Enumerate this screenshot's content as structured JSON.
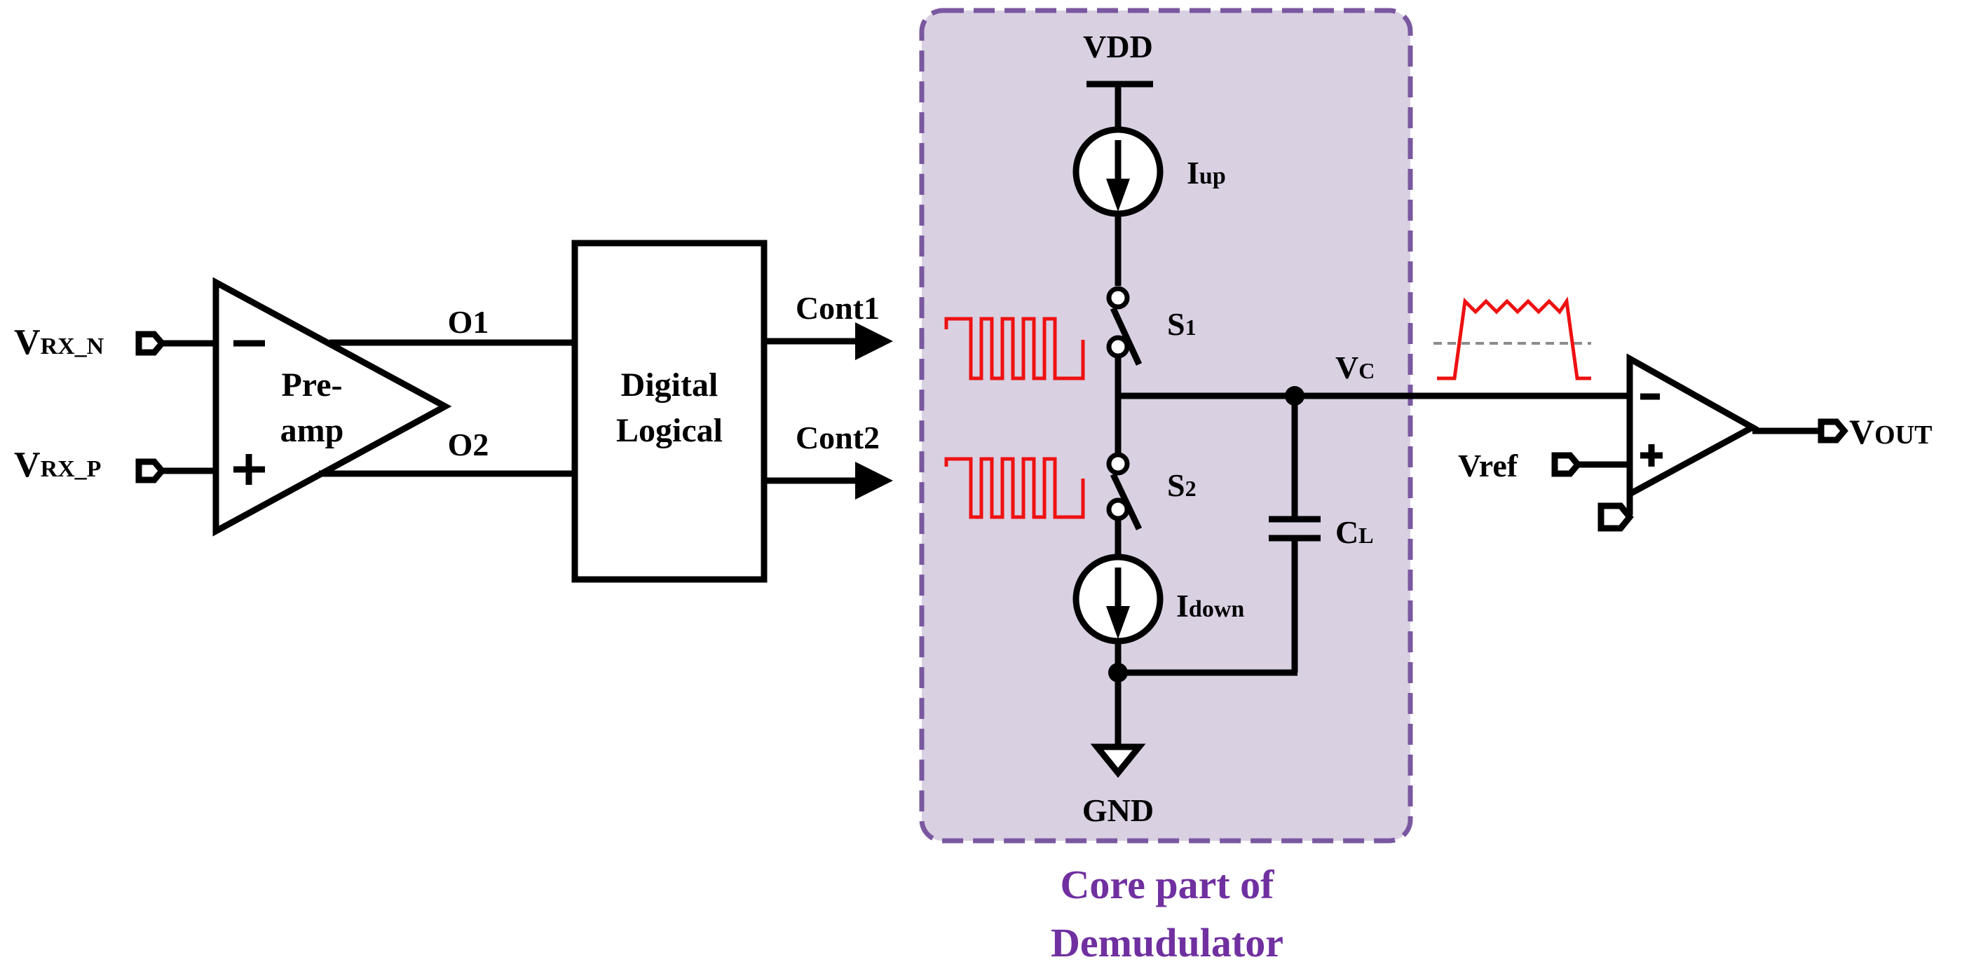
{
  "labels": {
    "vrx_n_main": "V",
    "vrx_n_sub": "RX_N",
    "vrx_p_main": "V",
    "vrx_p_sub": "RX_P",
    "preamp_line1": "Pre-",
    "preamp_line2": "amp",
    "o1": "O1",
    "o2": "O2",
    "digital_line1": "Digital",
    "digital_line2": "Logical",
    "cont1": "Cont1",
    "cont2": "Cont2",
    "vdd": "VDD",
    "gnd": "GND",
    "iup_main": "I",
    "iup_sub": "up",
    "idown_main": "I",
    "idown_sub": "down",
    "s1_main": "S",
    "s1_sub": "1",
    "s2_main": "S",
    "s2_sub": "2",
    "vc_main": "V",
    "vc_sub": "C",
    "cl_main": "C",
    "cl_sub": "L",
    "vref": "Vref",
    "vout_main": "V",
    "vout_sub": "OUT",
    "core_line1": "Core part of",
    "core_line2": "Demudulator"
  },
  "colors": {
    "core_fill": "#d9d0e2",
    "core_border": "#7a58a0",
    "core_text": "#7030a0",
    "signal": "#ee1111",
    "threshold": "#8c8c8c"
  },
  "icons": {
    "minus_sign": "minus-icon",
    "plus_sign": "plus-icon",
    "current_source_arrow": "arrow-down-icon"
  }
}
